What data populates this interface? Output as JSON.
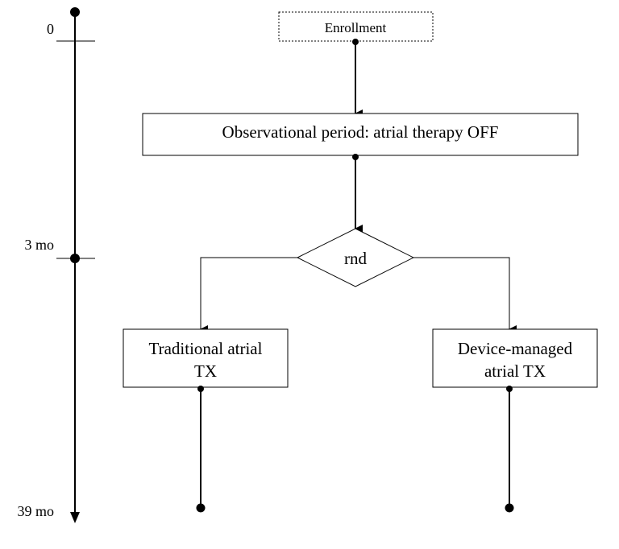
{
  "timeline": {
    "ticks": [
      {
        "label": "0"
      },
      {
        "label": "3 mo"
      },
      {
        "label": "39 mo"
      }
    ]
  },
  "nodes": {
    "enrollment": {
      "label": "Enrollment"
    },
    "observational": {
      "label": "Observational period: atrial therapy OFF"
    },
    "randomization": {
      "label": "rnd"
    },
    "traditional": {
      "line1": "Traditional atrial",
      "line2": "TX"
    },
    "device": {
      "line1": "Device-managed",
      "line2": "atrial TX"
    }
  },
  "colors": {
    "stroke": "#000000",
    "fill": "#ffffff"
  }
}
